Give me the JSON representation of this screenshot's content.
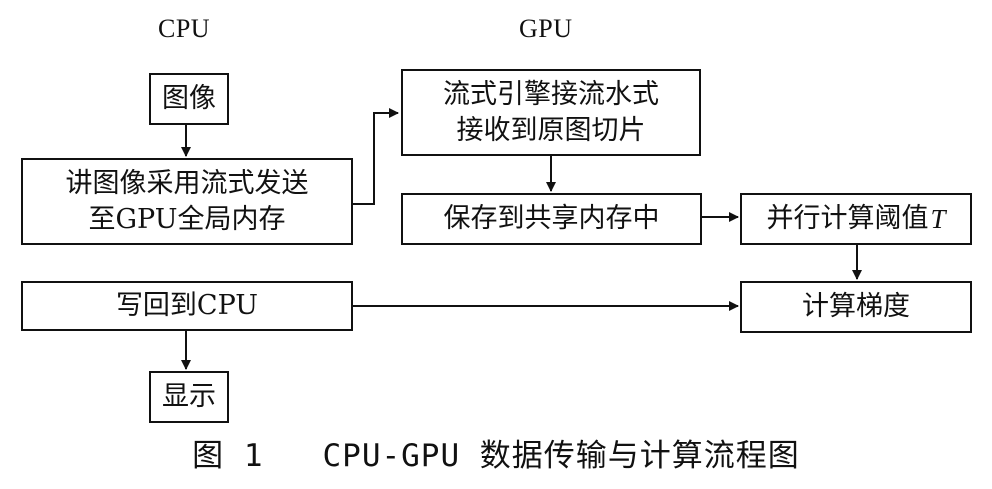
{
  "columns": {
    "cpu": "CPU",
    "gpu": "GPU"
  },
  "nodes": {
    "image": "图像",
    "send_line1": "讲图像采用流式发送",
    "send_line2": "至GPU全局内存",
    "stream_line1": "流式引擎接流水式",
    "stream_line2": "接收到原图切片",
    "save_shared": "保存到共享内存中",
    "threshold_text": "并行计算阈值",
    "threshold_var": "T",
    "gradient": "计算梯度",
    "writeback": "写回到CPU",
    "display": "显示"
  },
  "caption": "图 1   CPU-GPU 数据传输与计算流程图"
}
